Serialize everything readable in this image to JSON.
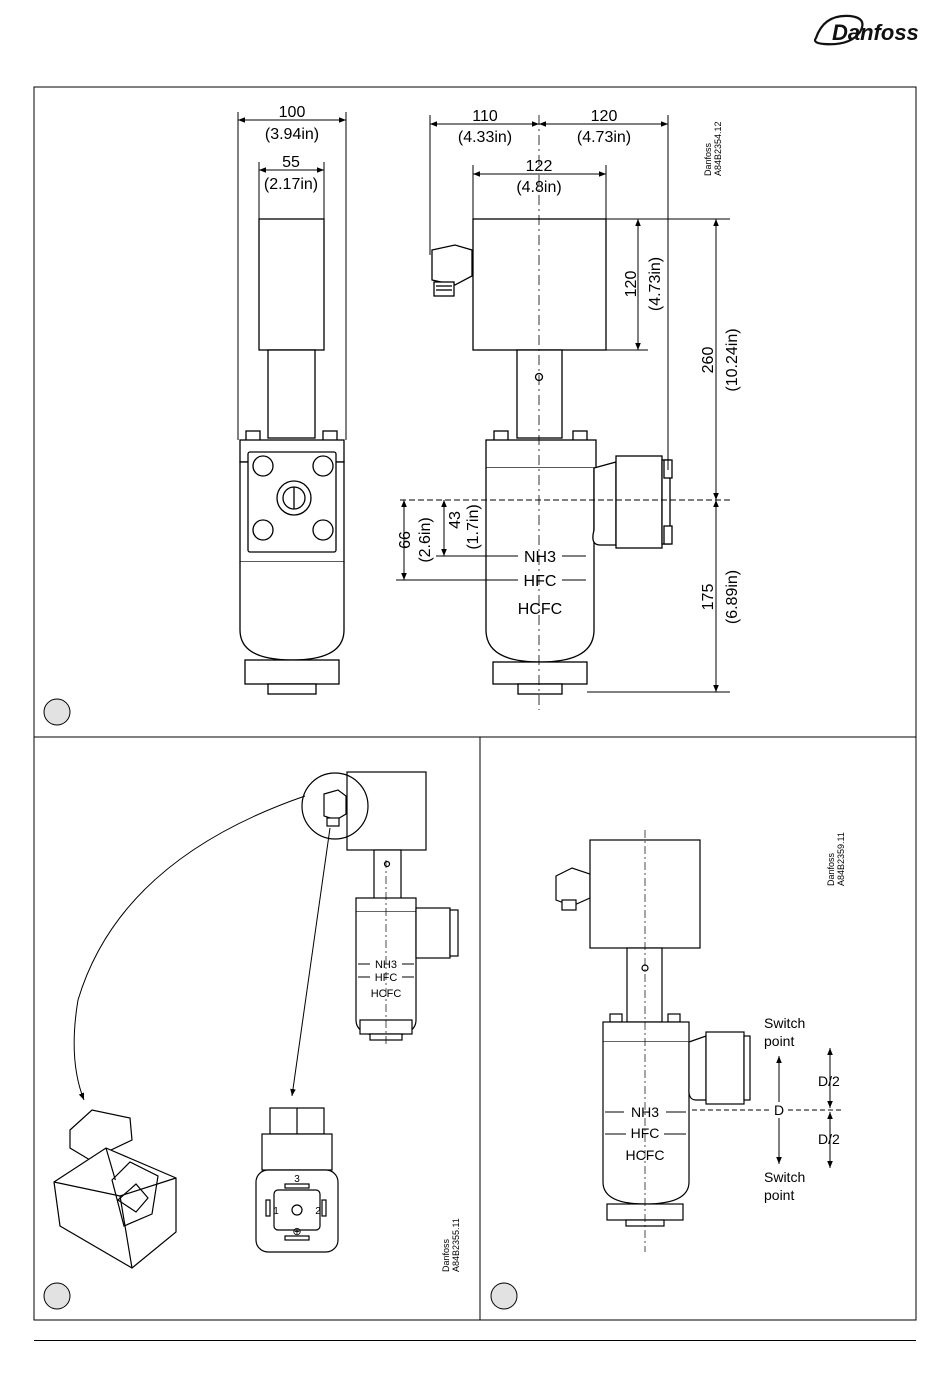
{
  "brand": {
    "logo_text": "Danfoss"
  },
  "fig1": {
    "side": {
      "dim_width": "100",
      "dim_width_in": "(3.94in)",
      "dim_coil": "55",
      "dim_coil_in": "(2.17in)"
    },
    "front": {
      "dim_left": "110",
      "dim_left_in": "(4.33in)",
      "dim_right": "120",
      "dim_right_in": "(4.73in)",
      "dim_coil_w": "122",
      "dim_coil_w_in": "(4.8in)",
      "dim_coil_h": "120",
      "dim_coil_h_in": "(4.73in)",
      "dim_upper": "260",
      "dim_upper_in": "(10.24in)",
      "dim_lower": "175",
      "dim_lower_in": "(6.89in)",
      "dim_nh3": "43",
      "dim_nh3_in": "(1.7in)",
      "dim_hfc": "66",
      "dim_hfc_in": "(2.6in)",
      "lbl_nh3": "NH3",
      "lbl_hfc": "HFC",
      "lbl_hcfc": "HCFC"
    },
    "ref_company": "Danfoss",
    "ref_code": "A84B2354.12"
  },
  "fig2": {
    "lbl_nh3": "NH3",
    "lbl_hfc": "HFC",
    "lbl_hcfc": "HCFC",
    "pins": {
      "p1": "1",
      "p2": "2",
      "p3": "3",
      "earth": "⊕"
    },
    "ref_company": "Danfoss",
    "ref_code": "A84B2355.11"
  },
  "fig3": {
    "lbl_nh3": "NH3",
    "lbl_hfc": "HFC",
    "lbl_hcfc": "HCFC",
    "switch_top_1": "Switch",
    "switch_top_2": "point",
    "switch_bot_1": "Switch",
    "switch_bot_2": "point",
    "d_label": "D",
    "d2_top": "D/2",
    "d2_bot": "D/2",
    "ref_company": "Danfoss",
    "ref_code": "A84B2359.11"
  }
}
